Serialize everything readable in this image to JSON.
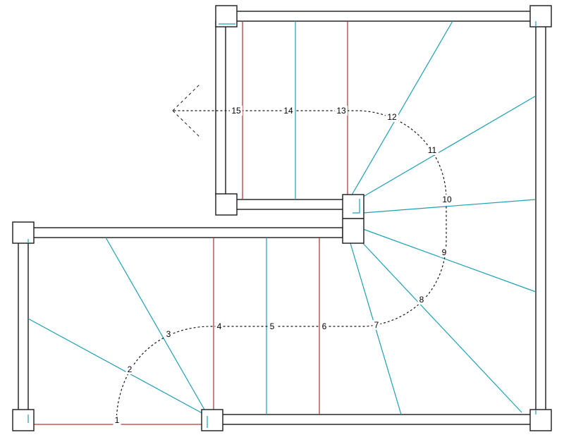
{
  "colors": {
    "outline": "#1a1a1a",
    "tread": "#1ea0b4",
    "tread_rect": "#b03030",
    "walking_line": "#1a1a1a"
  },
  "steps": [
    {
      "label": "1",
      "kind": "rect"
    },
    {
      "label": "2",
      "kind": "winder"
    },
    {
      "label": "3",
      "kind": "winder"
    },
    {
      "label": "4",
      "kind": "rect"
    },
    {
      "label": "5",
      "kind": "rect"
    },
    {
      "label": "6",
      "kind": "rect"
    },
    {
      "label": "7",
      "kind": "winder"
    },
    {
      "label": "8",
      "kind": "winder"
    },
    {
      "label": "9",
      "kind": "winder"
    },
    {
      "label": "10",
      "kind": "winder"
    },
    {
      "label": "11",
      "kind": "winder"
    },
    {
      "label": "12",
      "kind": "winder"
    },
    {
      "label": "13",
      "kind": "rect"
    },
    {
      "label": "14",
      "kind": "rect"
    },
    {
      "label": "15",
      "kind": "rect"
    }
  ],
  "direction_arrow": "arrow-left-icon"
}
